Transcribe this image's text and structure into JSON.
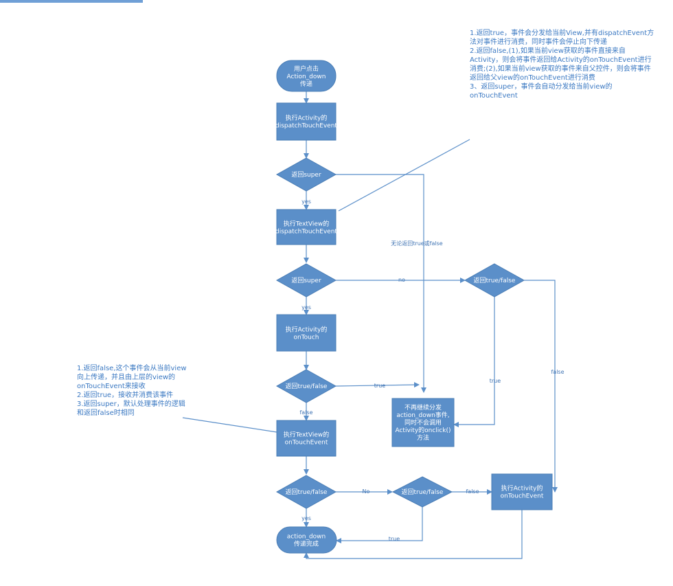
{
  "colors": {
    "node": "#5b8fc9",
    "line": "#5b8fc9",
    "text_blue": "#3a78c2"
  },
  "nodes": {
    "start": "用户点击\nAction_down\n传递",
    "activity_dispatch": "执行Activity的\ndispatchTouchEvent",
    "d_super_1": "返回super",
    "textview_dispatch": "执行TextView的\ndispatchTouchEvent",
    "d_super_2": "返回super",
    "d_truefalse_right": "返回true/false",
    "activity_ontouch": "执行Activity的\nonTouch",
    "d_truefalse_3": "返回true/false",
    "no_further": "不再继续分发\naction_down事件,\n同时不会调用\nActivity的onclick()\n方法",
    "textview_ontouchevent": "执行TextView的\nonTouchEvent",
    "d_truefalse_4": "返回true/false",
    "d_truefalse_5": "返回true/false",
    "activity_ontouchevent": "执行Activity的\nonTouchEvent",
    "end": "action_down\n传递完成"
  },
  "edges": {
    "yes_1": "yes",
    "either": "无论返回true或false",
    "no_1": "no",
    "yes_2": "yes",
    "true_3": "true",
    "true_right": "true",
    "false_right": "false",
    "false_3": "false",
    "no_big": "No",
    "false_5": "false",
    "yes_4": "yes",
    "true_5": "true"
  },
  "notes": {
    "top_right": "1.返回true，事件会分发给当前View,并有dispatchEvent方法对事件进行消费，同时事件会停止向下传递\n2.返回false,(1),如果当前view获取的事件直接来自Activity，则会将事件返回给Activity的onTouchEvent进行消费;(2),如果当前view获取的事件来自父控件，则会将事件返回给父view的onTouchEvent进行消费\n3、返回super，事件会自动分发给当前view的onTouchEvent",
    "left": "1.返回false,这个事件会从当前view向上传递，并且由上层的view的onTouchEvent来接收\n2.返回true，接收并消费该事件\n3.返回super，默认处理事件的逻辑和返回false时相同"
  }
}
